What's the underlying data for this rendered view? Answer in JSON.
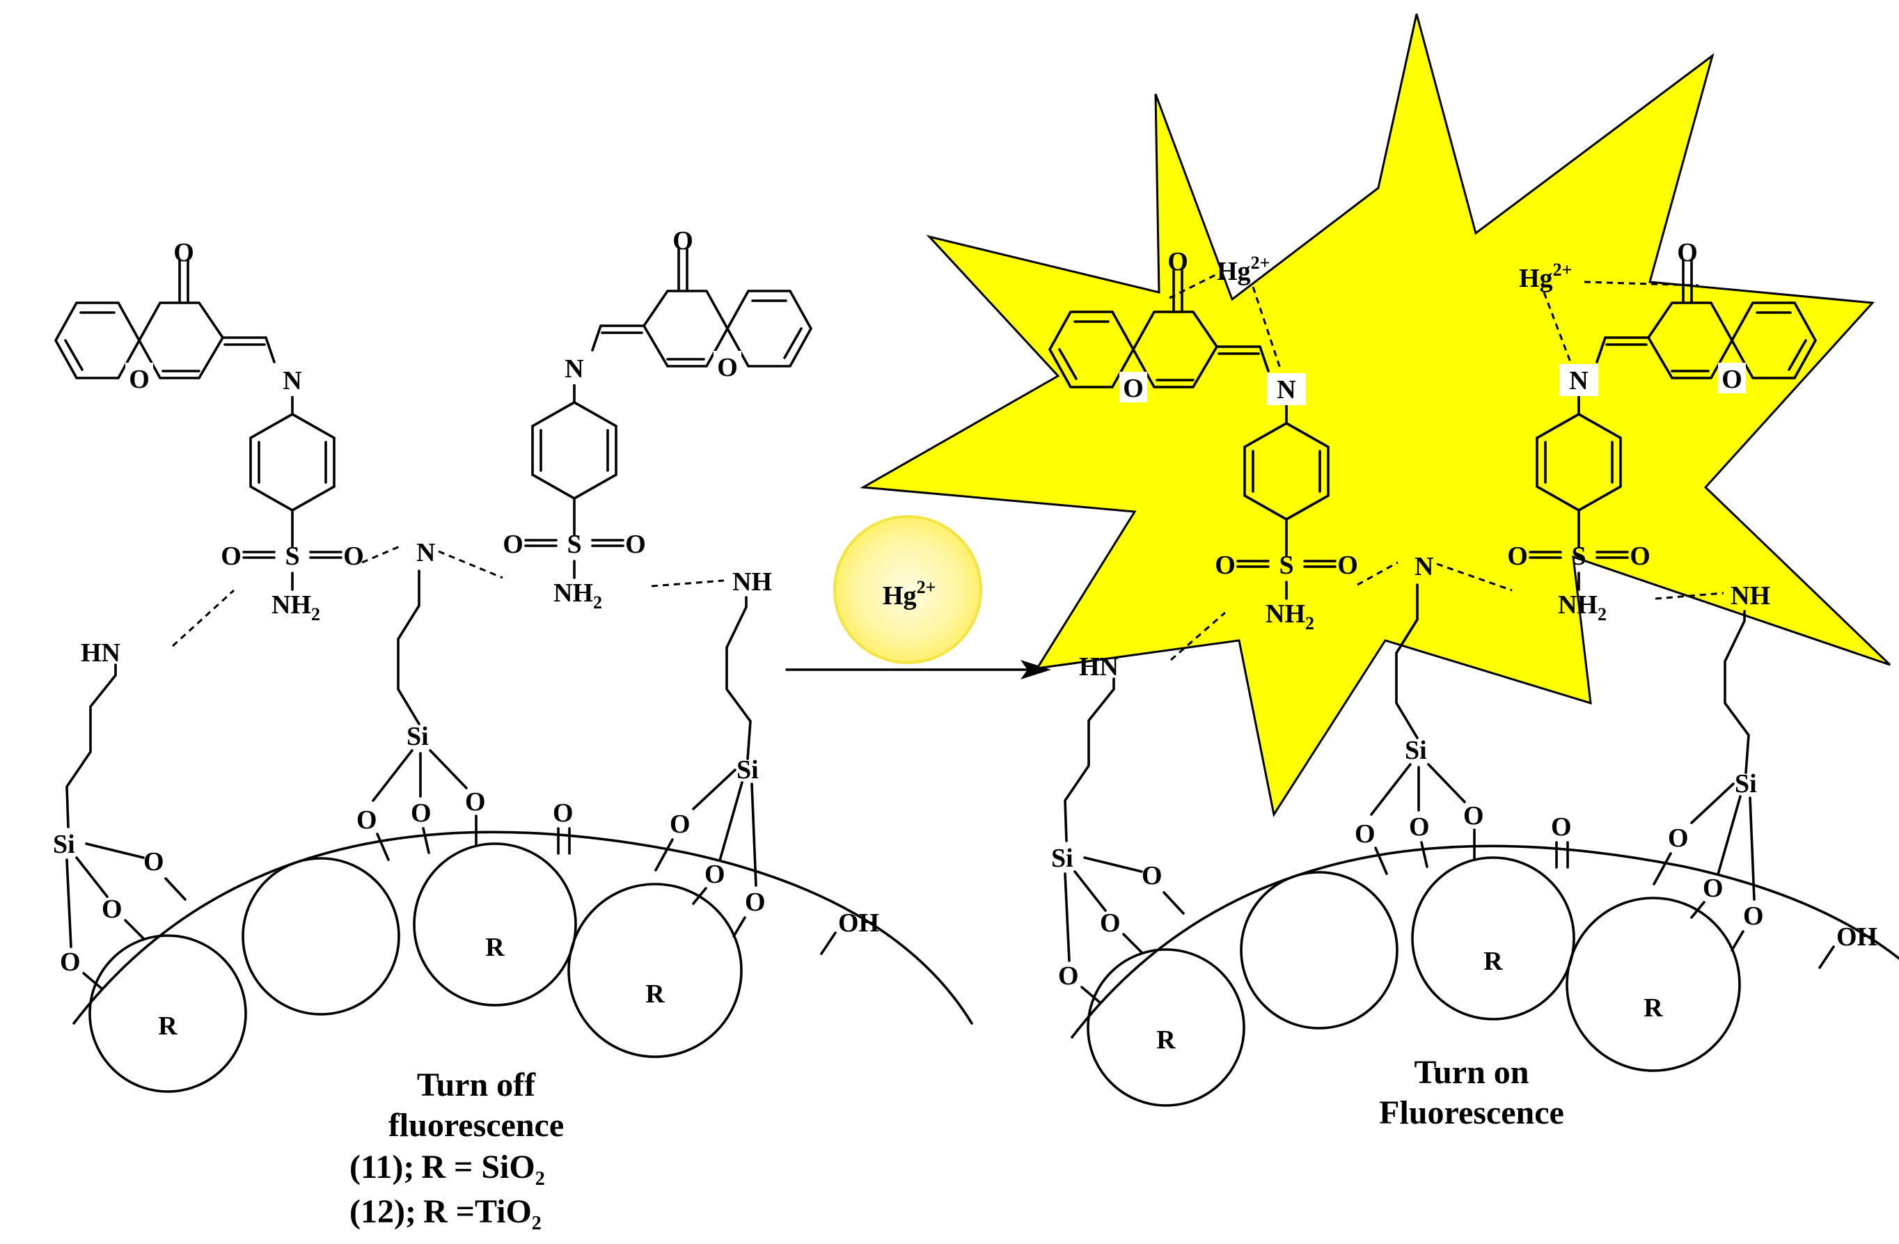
{
  "colors": {
    "burst": "#ffff00",
    "ion_glow": "#fff79a",
    "ink": "#000000",
    "background": "#ffffff"
  },
  "atoms": {
    "carbonyl_o": "O",
    "ring_o": "O",
    "imine_n": "N",
    "sulfur": "S",
    "sulfonyl_o": "O",
    "amide": "NH",
    "amide_h": "2",
    "silicon": "Si",
    "siloxane_o": "O",
    "amine_nh": "NH",
    "amine_hn": "HN",
    "tertiary_n": "N",
    "hydroxyl": "OH",
    "carbonyl_surface_o": "O"
  },
  "support": {
    "symbol": "R"
  },
  "ion": {
    "element": "Hg",
    "charge": "2+"
  },
  "left_state": {
    "caption_line1": "Turn off",
    "caption_line2": "fluorescence"
  },
  "right_state": {
    "caption_line1": "Turn on",
    "caption_line2": "Fluorescence"
  },
  "compounds": [
    {
      "number": "(11);",
      "r_prefix": "R = SiO",
      "subscript": "2"
    },
    {
      "number": "(12);",
      "r_prefix": "R =TiO",
      "subscript": "2"
    }
  ]
}
